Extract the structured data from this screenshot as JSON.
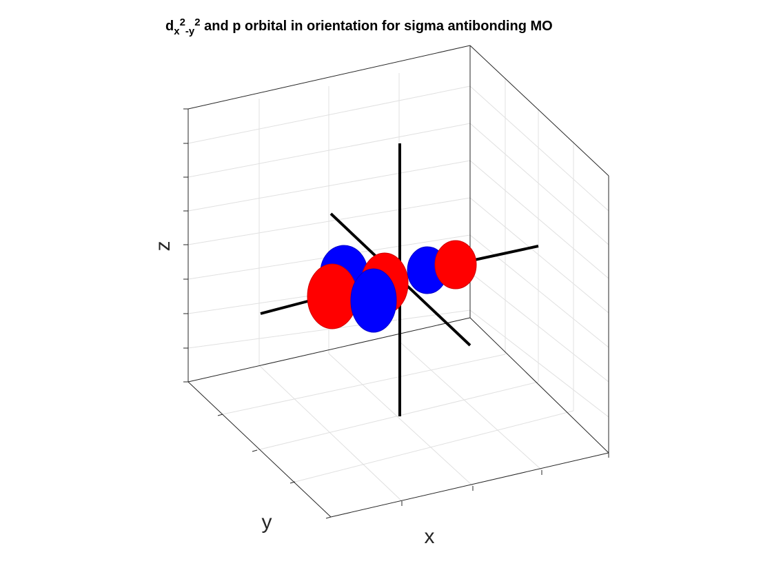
{
  "figure": {
    "title": {
      "d": "d",
      "sub_x": "x",
      "sup_2a": "2",
      "sub_dash_y": "-y",
      "sup_2b": "2",
      "rest": " and p orbital in orientation for sigma antibonding MO"
    },
    "axes": {
      "xlabel": "x",
      "ylabel": "y",
      "zlabel": "z"
    },
    "colors": {
      "positive_lobe": "#ff0000",
      "negative_lobe": "#0000ff",
      "coordinate_axes": "#000000",
      "grid": "#e0e0e0",
      "box": "#262626"
    },
    "grid": true,
    "view": "3d-perspective"
  }
}
